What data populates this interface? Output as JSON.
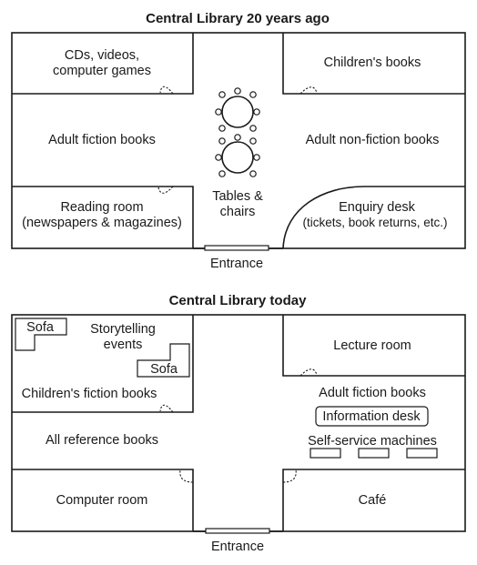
{
  "past": {
    "title": "Central Library 20 years ago",
    "rooms": {
      "cds": [
        "CDs, videos,",
        "computer games"
      ],
      "childrens": "Children's books",
      "adult_fiction": "Adult fiction books",
      "adult_nonfiction": "Adult non-fiction books",
      "tables": [
        "Tables &",
        "chairs"
      ],
      "reading": [
        "Reading room",
        "(newspapers & magazines)"
      ],
      "enquiry": [
        "Enquiry desk",
        "(tickets, book returns, etc.)"
      ]
    },
    "entrance": "Entrance"
  },
  "today": {
    "title": "Central Library today",
    "rooms": {
      "sofa": "Sofa",
      "storytelling": [
        "Storytelling",
        "events"
      ],
      "childrens_fiction": "Children's fiction books",
      "lecture": "Lecture room",
      "adult_fiction": "Adult fiction books",
      "information": "Information desk",
      "self_service": "Self-service machines",
      "reference": "All reference books",
      "computer": "Computer room",
      "cafe": "Café"
    },
    "entrance": "Entrance"
  }
}
